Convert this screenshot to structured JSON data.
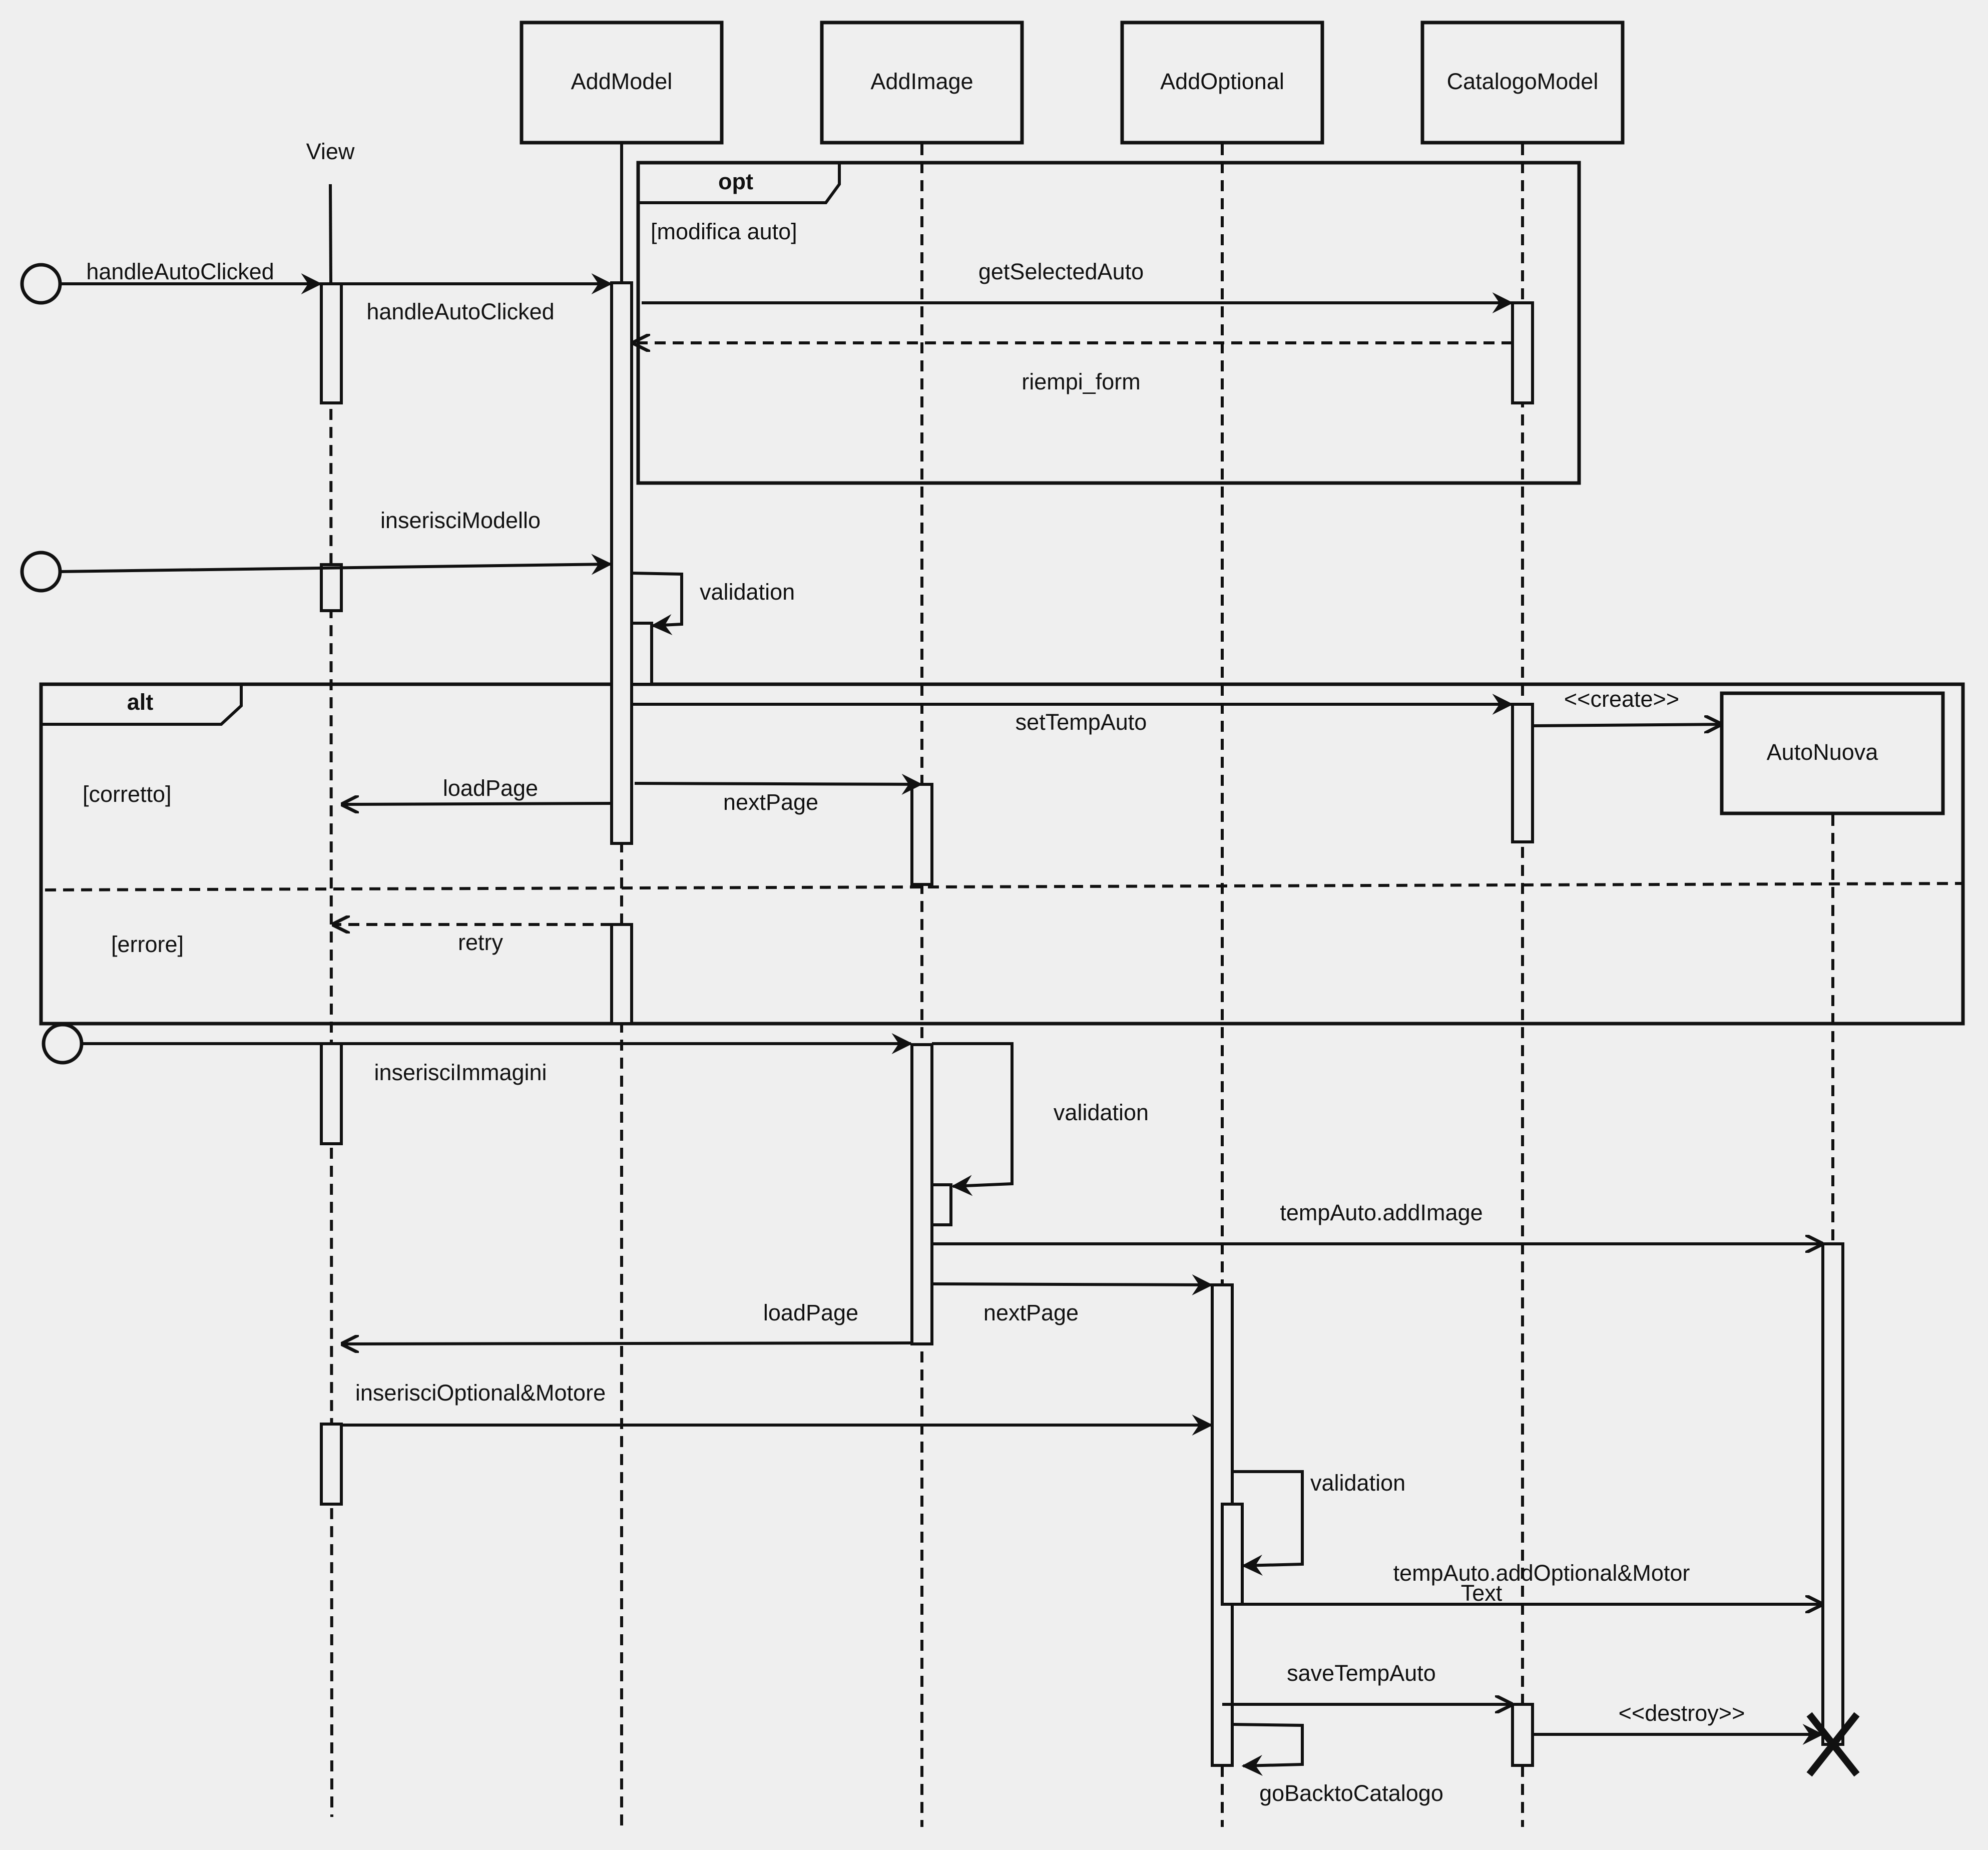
{
  "lifelines": {
    "view": "View",
    "add_model": "AddModel",
    "add_image": "AddImage",
    "add_optional": "AddOptional",
    "catalogo_model": "CatalogoModel",
    "auto_nuova": "AutoNuova"
  },
  "fragments": {
    "opt": {
      "operator": "opt",
      "guard": "[modifica auto]"
    },
    "alt": {
      "operator": "alt",
      "guard_1": "[corretto]",
      "guard_2": "[errore]"
    }
  },
  "messages": {
    "handle_auto_clicked_in": "handleAutoClicked",
    "handle_auto_clicked": "handleAutoClicked",
    "get_selected_auto": "getSelectedAuto",
    "riempi_form": "riempi_form",
    "inserisci_modello": "inserisciModello",
    "validation_1": "validation",
    "set_temp_auto": "setTempAuto",
    "create": "<<create>>",
    "load_page_1": "loadPage",
    "next_page_1": "nextPage",
    "retry": "retry",
    "inserisci_immagini": "inserisciImmagini",
    "validation_2": "validation",
    "temp_auto_add_image": "tempAuto.addImage",
    "load_page_2": "loadPage",
    "next_page_2": "nextPage",
    "inserisci_optional_motore": "inserisciOptional&Motore",
    "validation_3": "validation",
    "temp_auto_add_optional_line1": "tempAuto.addOptional&Motor",
    "temp_auto_add_optional_line2": "Text",
    "save_temp_auto": "saveTempAuto",
    "destroy": "<<destroy>>",
    "go_back_to_catalogo": "goBacktoCatalogo"
  },
  "colors": {
    "background": "#efefef",
    "stroke": "#111111"
  }
}
